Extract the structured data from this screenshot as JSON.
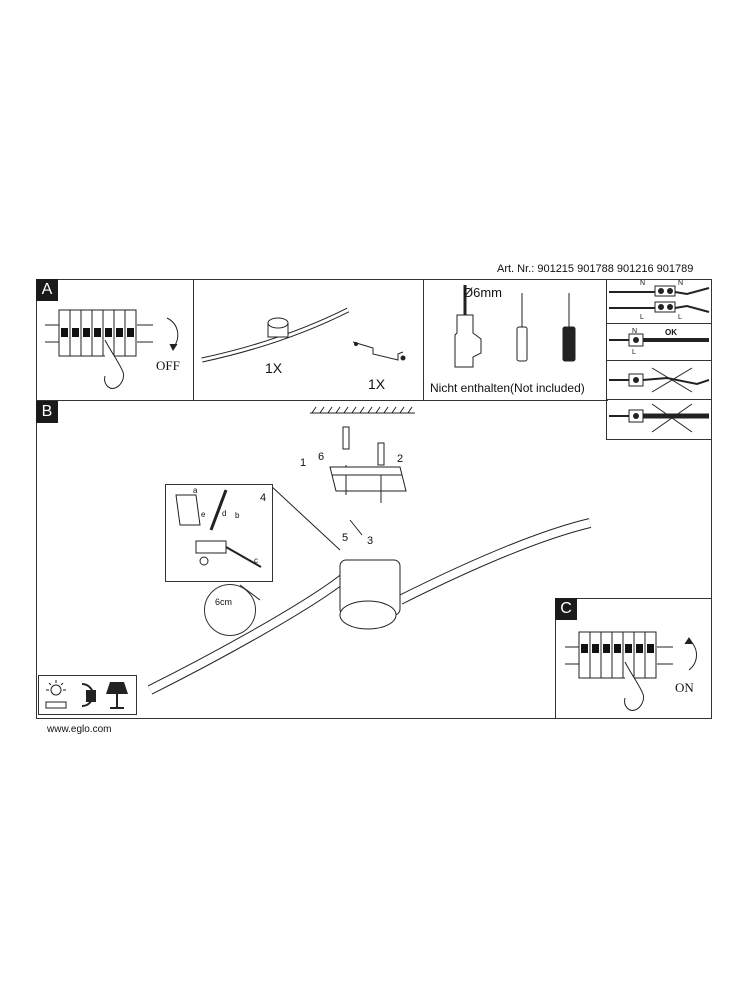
{
  "header": {
    "article_numbers": "Art. Nr.: 901215 901788 901216 901789"
  },
  "section_a": {
    "label": "A",
    "off_label": "OFF",
    "lamp_qty": "1X",
    "bracket_qty": "1X",
    "drill_size": "Ø6mm",
    "not_included": "Nicht enthalten(Not included)"
  },
  "wiring": {
    "n_top": "N",
    "n_top_right": "N",
    "l_top": "L",
    "l_top_right": "L",
    "n_ok": "N",
    "l_ok": "L",
    "ok": "OK"
  },
  "section_b": {
    "label": "B",
    "steps": [
      "1",
      "2",
      "3",
      "4",
      "5",
      "6"
    ],
    "sub_steps": [
      "a",
      "b",
      "c",
      "d",
      "e"
    ],
    "strip_length": "6cm"
  },
  "section_c": {
    "label": "C",
    "on_label": "ON"
  },
  "footer": {
    "url": "www.eglo.com"
  },
  "icons": [
    "led-icon",
    "recycle-icon",
    "table-lamp-icon"
  ]
}
